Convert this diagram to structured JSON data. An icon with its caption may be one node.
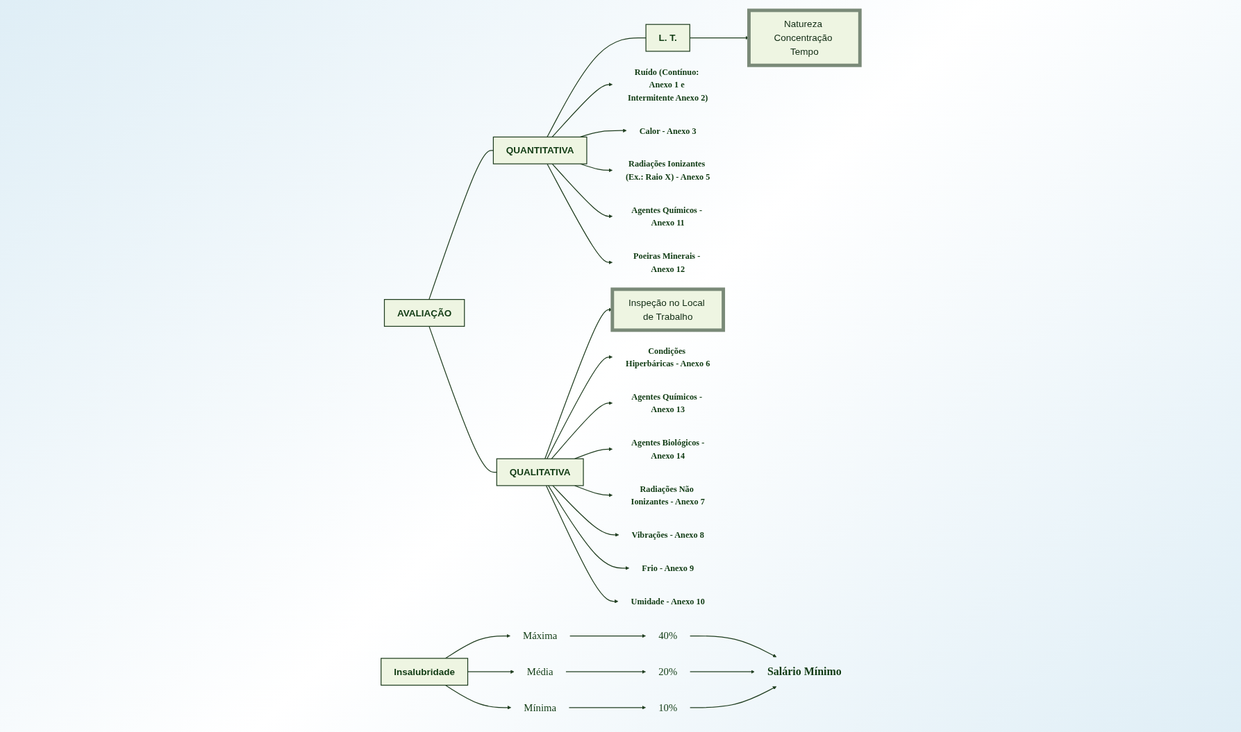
{
  "diagram": {
    "nodes": [
      {
        "text": [
          "AVALIAÇÃO"
        ]
      },
      {
        "text": [
          "QUANTITATIVA"
        ]
      },
      {
        "text": [
          "QUALITATIVA"
        ]
      },
      {
        "text": [
          "L. T."
        ]
      },
      {
        "text": [
          "Natureza Concentração Tempo"
        ]
      },
      {
        "text": [
          "Inspeção no Local de Trabalho"
        ]
      },
      {
        "text": [
          "Ruído (Contínuo: Anexo 1 e Intermitente Anexo 2)"
        ]
      },
      {
        "text": [
          "Calor - Anexo 3"
        ]
      },
      {
        "text": [
          "Radiações Ionizantes (Ex.: Raio X) - Anexo 5"
        ]
      },
      {
        "text": [
          "Agentes Químicos - Anexo 11"
        ]
      },
      {
        "text": [
          "Poeiras Minerais - Anexo 12"
        ]
      },
      {
        "text": [
          "Condições Hiperbáricas - Anexo 6"
        ]
      },
      {
        "text": [
          "Agentes Químicos - Anexo 13"
        ]
      },
      {
        "text": [
          "Agentes Biológicos -Anexo 14"
        ]
      },
      {
        "text": [
          "Radiações Não Ionizantes - Anexo 7"
        ]
      },
      {
        "text": [
          "Vibrações - Anexo 8"
        ]
      },
      {
        "text": [
          "Frio - Anexo 9"
        ]
      },
      {
        "text": [
          "Umidade - Anexo 10"
        ]
      },
      {
        "text": [
          "Insalubridade"
        ]
      },
      {
        "text": [
          "Máxima"
        ]
      },
      {
        "text": [
          "Média"
        ]
      },
      {
        "text": [
          "Mínima"
        ]
      },
      {
        "text": [
          "40%"
        ]
      },
      {
        "text": [
          "20%"
        ]
      },
      {
        "text": [
          "10%"
        ]
      },
      {
        "text": [
          "Salário Mínimo"
        ]
      }
    ],
    "edges": [
      {
        "from": 0,
        "to": 1,
        "arrow": "none"
      },
      {
        "from": 0,
        "to": 2,
        "arrow": "none"
      },
      {
        "from": 1,
        "to": 3,
        "arrow": "none"
      },
      {
        "from": 3,
        "to": 4,
        "arrow": "to"
      },
      {
        "from": 1,
        "to": 6,
        "arrow": "to"
      },
      {
        "from": 1,
        "to": 7,
        "arrow": "to"
      },
      {
        "from": 1,
        "to": 8,
        "arrow": "to"
      },
      {
        "from": 1,
        "to": 9,
        "arrow": "to"
      },
      {
        "from": 1,
        "to": 10,
        "arrow": "to"
      },
      {
        "from": 2,
        "to": 5,
        "arrow": "to"
      },
      {
        "from": 2,
        "to": 11,
        "arrow": "to"
      },
      {
        "from": 2,
        "to": 12,
        "arrow": "to"
      },
      {
        "from": 2,
        "to": 13,
        "arrow": "to"
      },
      {
        "from": 2,
        "to": 14,
        "arrow": "to"
      },
      {
        "from": 2,
        "to": 15,
        "arrow": "to"
      },
      {
        "from": 2,
        "to": 16,
        "arrow": "to"
      },
      {
        "from": 2,
        "to": 17,
        "arrow": "to"
      },
      {
        "from": 18,
        "to": 19,
        "arrow": "to"
      },
      {
        "from": 18,
        "to": 20,
        "arrow": "to"
      },
      {
        "from": 18,
        "to": 21,
        "arrow": "to"
      },
      {
        "from": 19,
        "to": 22,
        "arrow": "to"
      },
      {
        "from": 20,
        "to": 23,
        "arrow": "to"
      },
      {
        "from": 21,
        "to": 24,
        "arrow": "to"
      },
      {
        "from": 22,
        "to": 25,
        "arrow": "to"
      },
      {
        "from": 23,
        "to": 25,
        "arrow": "to"
      },
      {
        "from": 24,
        "to": 25,
        "arrow": "to"
      }
    ]
  }
}
